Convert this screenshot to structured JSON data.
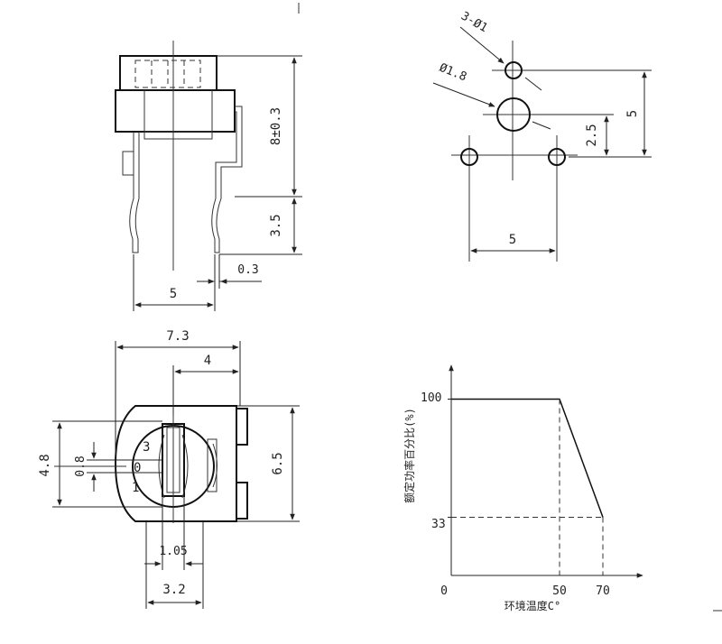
{
  "side_view": {
    "height_dim": "8±0.3",
    "lead_dim": "3.5",
    "pitch_dim": "5",
    "lead_thickness_dim": "0.3"
  },
  "hole_pattern": {
    "small_holes_label": "3-Ø1",
    "center_hole_label": "Ø1.8",
    "row_spacing_dim": "2.5",
    "vertical_dim": "5",
    "horizontal_dim": "5"
  },
  "front_view": {
    "width_dim": "7.3",
    "inner_width_dim": "4",
    "height_dim": "6.5",
    "left_height_dim": "4.8",
    "slot_dim": "0.8",
    "lead_width_dim": "1.05",
    "lead_pitch_dim": "3.2",
    "marking_3": "3",
    "marking_0": "0",
    "marking_1": "1"
  },
  "derating_chart": {
    "ylabel": "额定功率百分比(%)",
    "xlabel": "环境温度C°",
    "ytick_100": "100",
    "ytick_33": "33",
    "xtick_0": "0",
    "xtick_50": "50",
    "xtick_70": "70"
  },
  "chart_data": {
    "type": "line",
    "x": [
      0,
      50,
      70
    ],
    "series": [
      {
        "values": [
          100,
          100,
          33
        ]
      }
    ],
    "xlim": [
      0,
      85
    ],
    "ylim": [
      0,
      115
    ],
    "xticks": [
      0,
      50,
      70
    ],
    "yticks": [
      33,
      100
    ],
    "grid": false
  }
}
